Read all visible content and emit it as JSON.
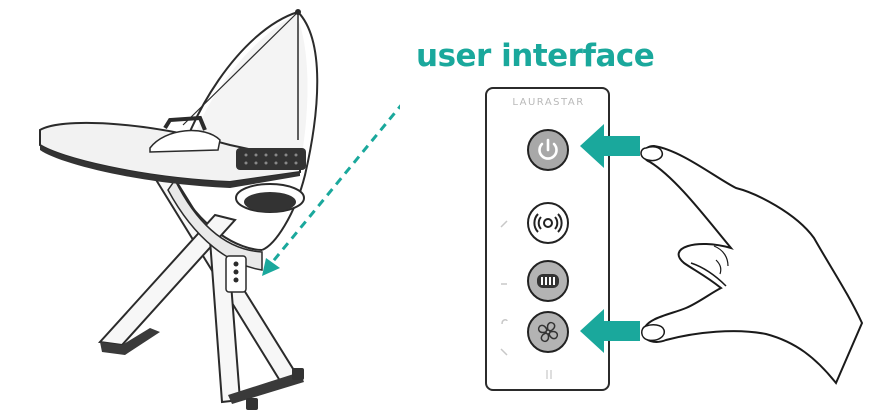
{
  "headline": {
    "text": "user interface",
    "color": "#1aa89c"
  },
  "panel": {
    "brand": "LAURASTAR"
  },
  "buttons": [
    {
      "name": "power-button",
      "icon": "power-icon",
      "fill": "#a8a8a8",
      "glyph": "#ffffff"
    },
    {
      "name": "steam-button",
      "icon": "steam-rings-icon",
      "fill": "#ffffff",
      "glyph": "#222222"
    },
    {
      "name": "level-button",
      "icon": "level-bars-icon",
      "fill": "#b3b3b3",
      "glyph": "#ffffff"
    },
    {
      "name": "fan-button",
      "icon": "fan-icon",
      "fill": "#b3b3b3",
      "glyph": "#333333"
    }
  ],
  "colors": {
    "accent": "#1aa89c",
    "line": "#2b2b2b",
    "board": "#f2f2f2"
  }
}
